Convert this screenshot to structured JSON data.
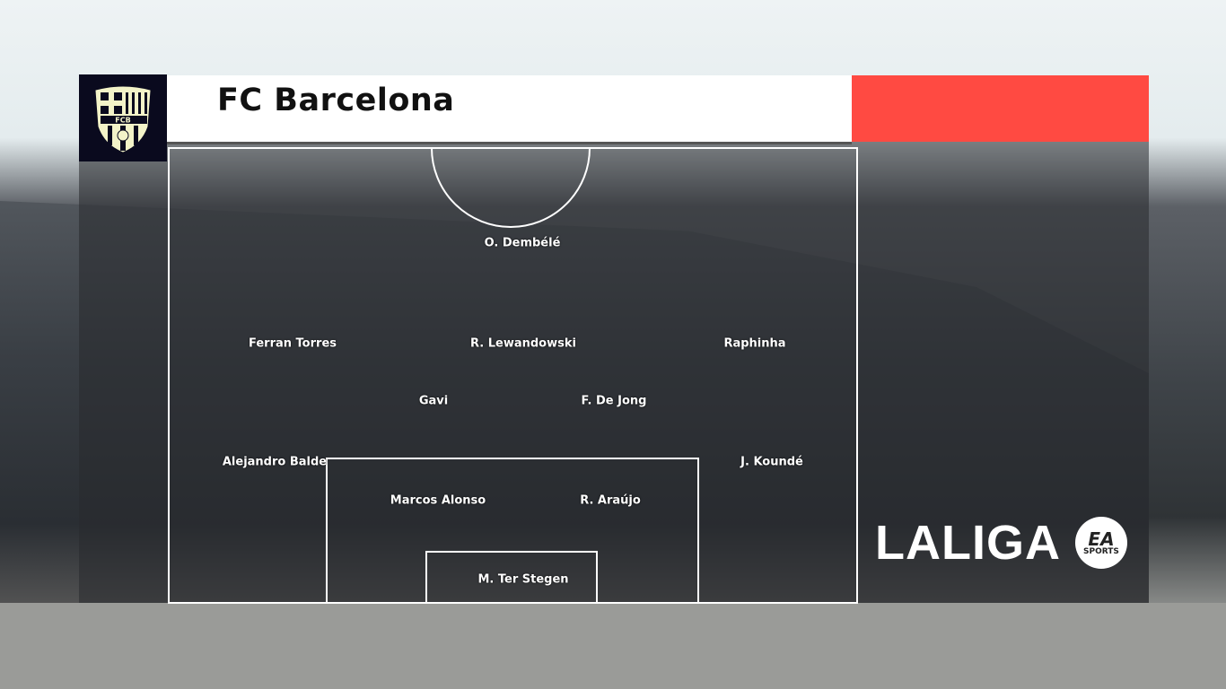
{
  "team": {
    "name": "FC Barcelona",
    "crest_text": "FCB",
    "accent": "#ff4a42"
  },
  "players": [
    {
      "name": "O. Dembélé",
      "role": "forward"
    },
    {
      "name": "Ferran Torres",
      "role": "forward"
    },
    {
      "name": "R. Lewandowski",
      "role": "forward"
    },
    {
      "name": "Raphinha",
      "role": "forward"
    },
    {
      "name": "Gavi",
      "role": "midfielder"
    },
    {
      "name": "F. De Jong",
      "role": "midfielder"
    },
    {
      "name": "Alejandro Balde",
      "role": "defender"
    },
    {
      "name": "J. Koundé",
      "role": "defender"
    },
    {
      "name": "Marcos Alonso",
      "role": "defender"
    },
    {
      "name": "R. Araújo",
      "role": "defender"
    },
    {
      "name": "M. Ter Stegen",
      "role": "goalkeeper"
    }
  ],
  "league": {
    "name": "LALIGA",
    "sponsor_top": "EA",
    "sponsor_bottom": "SPORTS"
  }
}
